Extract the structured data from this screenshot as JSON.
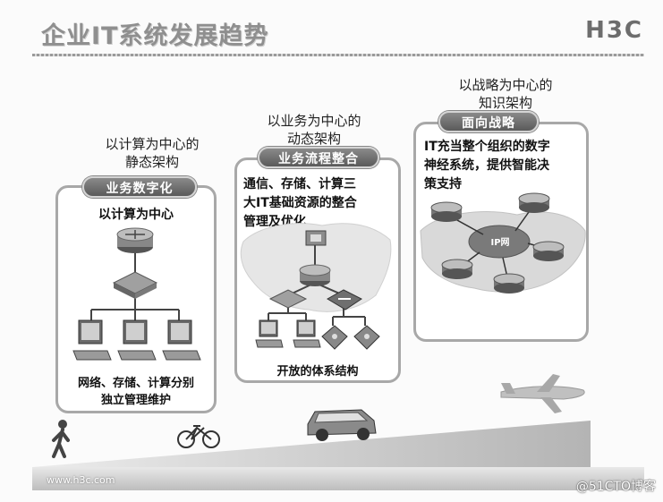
{
  "slide": {
    "title": "企业IT系统发展趋势",
    "logo": "H3C",
    "footer_url": "www.h3c.com",
    "watermark": "@51CTO博客"
  },
  "stages": [
    {
      "caption_lines": [
        "以计算为中心的",
        "静态架构"
      ],
      "tab": "业务数字化",
      "heading": "以计算为中心",
      "foot_lines": [
        "网络、存储、计算分别",
        "独立管理维护"
      ]
    },
    {
      "caption_lines": [
        "以业务为中心的",
        "动态架构"
      ],
      "tab": "业务流程整合",
      "heading_lines": [
        "通信、存储、计算三",
        "大IT基础资源的整合",
        "管理及优化"
      ],
      "foot": "开放的体系结构"
    },
    {
      "caption_lines": [
        "以战略为中心的",
        "知识架构"
      ],
      "tab": "面向战略",
      "heading_lines": [
        "IT充当整个组织的数字",
        "神经系统，提供智能决",
        "策支持"
      ],
      "network_label": "IP网"
    }
  ],
  "colors": {
    "title": "#8f8f8f",
    "panel_border": "#a8a8a8",
    "tab_fill": "#6e6e6e",
    "ramp": "#d0d0d0"
  },
  "icons": [
    "router-icon",
    "switch-icon",
    "computer-icon",
    "firewall-icon",
    "phone-icon",
    "walking-person-icon",
    "bicycle-icon",
    "van-icon",
    "airplane-icon"
  ]
}
